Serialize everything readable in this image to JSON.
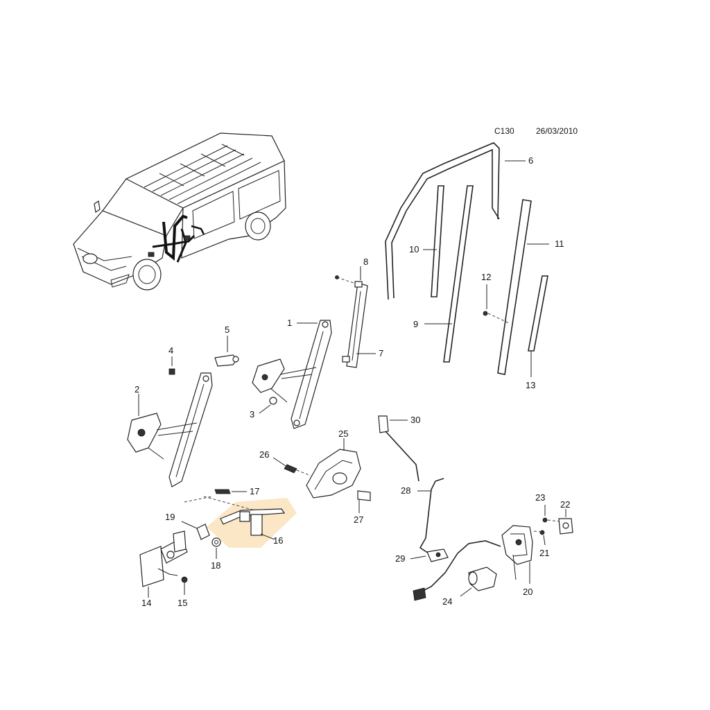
{
  "header": {
    "code": "C130",
    "date": "26/03/2010"
  },
  "callouts": {
    "c1": "1",
    "c2": "2",
    "c3": "3",
    "c4": "4",
    "c5": "5",
    "c6": "6",
    "c7": "7",
    "c8": "8",
    "c9": "9",
    "c10": "10",
    "c11": "11",
    "c12": "12",
    "c13": "13",
    "c14": "14",
    "c15": "15",
    "c16": "16",
    "c17": "17",
    "c18": "18",
    "c19": "19",
    "c20": "20",
    "c21": "21",
    "c22": "22",
    "c23": "23",
    "c24": "24",
    "c25": "25",
    "c26": "26",
    "c27": "27",
    "c28": "28",
    "c29": "29",
    "c30": "30"
  },
  "highlight_color": "#fbe7c6"
}
